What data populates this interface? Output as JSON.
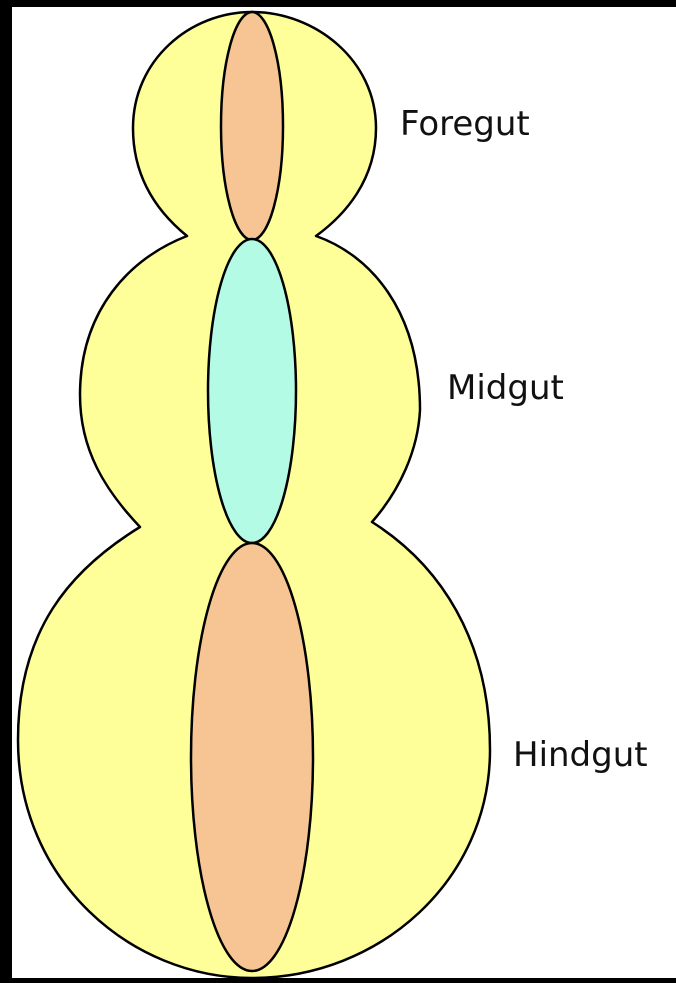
{
  "labels": {
    "foregut": "Foregut",
    "midgut": "Midgut",
    "hindgut": "Hindgut"
  },
  "colors": {
    "body_fill": "#FFFF99",
    "foregut_fill": "#F6C593",
    "midgut_fill": "#B4FBE6",
    "hindgut_fill": "#F6C593",
    "outline": "#000000",
    "frame": "#000000",
    "background": "#FFFFFF"
  }
}
